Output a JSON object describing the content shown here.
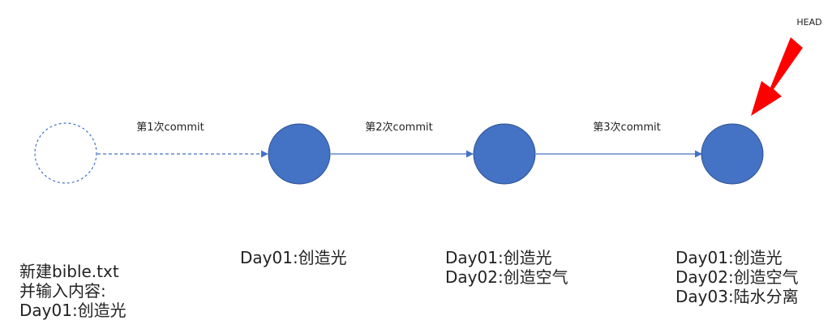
{
  "head_label": "HEAD",
  "edges": [
    {
      "label": "第1次commit",
      "style": "dashed"
    },
    {
      "label": "第2次commit",
      "style": "solid"
    },
    {
      "label": "第3次commit",
      "style": "solid"
    }
  ],
  "nodes": [
    {
      "state": "empty",
      "lines": [
        "新建bible.txt",
        "并输入内容:",
        "Day01:创造光"
      ]
    },
    {
      "state": "commit",
      "lines": [
        "Day01:创造光"
      ]
    },
    {
      "state": "commit",
      "lines": [
        "Day01:创造光",
        "Day02:创造空气"
      ]
    },
    {
      "state": "commit",
      "lines": [
        "Day01:创造光",
        "Day02:创造空气",
        "Day03:陆水分离"
      ]
    }
  ],
  "colors": {
    "node_fill": "#4472C4",
    "node_stroke": "#2F528F",
    "edge": "#4472C4",
    "empty_node_stroke": "#4472C4",
    "head_arrow": "#FF0000"
  }
}
